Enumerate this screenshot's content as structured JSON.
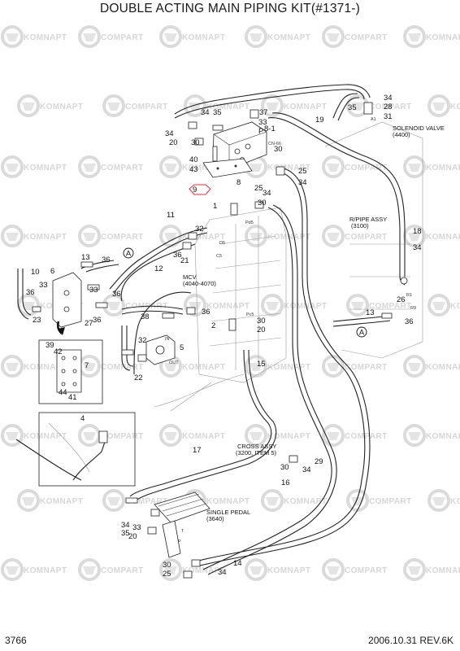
{
  "title": "DOUBLE ACTING MAIN PIPING KIT(#1371-)",
  "footer": {
    "page_number": "3766",
    "date_rev": "2006.10.31  REV.6K"
  },
  "watermark": {
    "text_a": "KOMNAPT",
    "text_b": "COMPART"
  },
  "part_labels": [
    {
      "t": "34"
    },
    {
      "t": "35"
    },
    {
      "t": "37"
    },
    {
      "t": "33"
    },
    {
      "t": "P"
    },
    {
      "t": "8-1"
    },
    {
      "t": "34"
    },
    {
      "t": "20"
    },
    {
      "t": "30"
    },
    {
      "t": "19"
    },
    {
      "t": "34"
    },
    {
      "t": "35"
    },
    {
      "t": "28"
    },
    {
      "t": "31"
    },
    {
      "t": "40"
    },
    {
      "t": "43"
    },
    {
      "t": "30"
    },
    {
      "t": "8"
    },
    {
      "t": "25"
    },
    {
      "t": "34"
    },
    {
      "t": "9"
    },
    {
      "t": "25"
    },
    {
      "t": "34"
    },
    {
      "t": "30"
    },
    {
      "t": "1"
    },
    {
      "t": "11"
    },
    {
      "t": "32"
    },
    {
      "t": "18"
    },
    {
      "t": "34"
    },
    {
      "t": "10"
    },
    {
      "t": "13"
    },
    {
      "t": "6"
    },
    {
      "t": "33"
    },
    {
      "t": "12"
    },
    {
      "t": "36"
    },
    {
      "t": "21"
    },
    {
      "t": "36"
    },
    {
      "t": "33"
    },
    {
      "t": "36"
    },
    {
      "t": "36"
    },
    {
      "t": "23"
    },
    {
      "t": "27"
    },
    {
      "t": "36"
    },
    {
      "t": "38"
    },
    {
      "t": "36"
    },
    {
      "t": "2"
    },
    {
      "t": "30"
    },
    {
      "t": "20"
    },
    {
      "t": "26"
    },
    {
      "t": "13"
    },
    {
      "t": "36"
    },
    {
      "t": "39"
    },
    {
      "t": "42"
    },
    {
      "t": "7"
    },
    {
      "t": "32"
    },
    {
      "t": "5"
    },
    {
      "t": "22"
    },
    {
      "t": "15"
    },
    {
      "t": "44"
    },
    {
      "t": "41"
    },
    {
      "t": "4"
    },
    {
      "t": "17"
    },
    {
      "t": "29"
    },
    {
      "t": "34"
    },
    {
      "t": "30"
    },
    {
      "t": "16"
    },
    {
      "t": "34"
    },
    {
      "t": "35"
    },
    {
      "t": "33"
    },
    {
      "t": "20"
    },
    {
      "t": "30"
    },
    {
      "t": "25"
    },
    {
      "t": "14"
    },
    {
      "t": "34"
    }
  ],
  "callouts": [
    {
      "text": "SOLENOID VALVE"
    },
    {
      "text": "(4400)"
    },
    {
      "text": "R/PIPE ASSY"
    },
    {
      "text": "(3100)"
    },
    {
      "text": "MCV"
    },
    {
      "text": "(4040-4070)"
    },
    {
      "text": "CROSS ASSY"
    },
    {
      "text": "(3200, ITEM 5)"
    },
    {
      "text": "SINGLE PEDAL"
    },
    {
      "text": "(3640)"
    }
  ],
  "ref_markers": [
    "A",
    "A"
  ],
  "tiny_labels": [
    "CN-66",
    "Pd5",
    "D5",
    "C5",
    "Pc5",
    "IN",
    "OUT",
    "A1",
    "R1",
    "R9",
    "T",
    "P"
  ],
  "highlight_color": "#e0303a"
}
